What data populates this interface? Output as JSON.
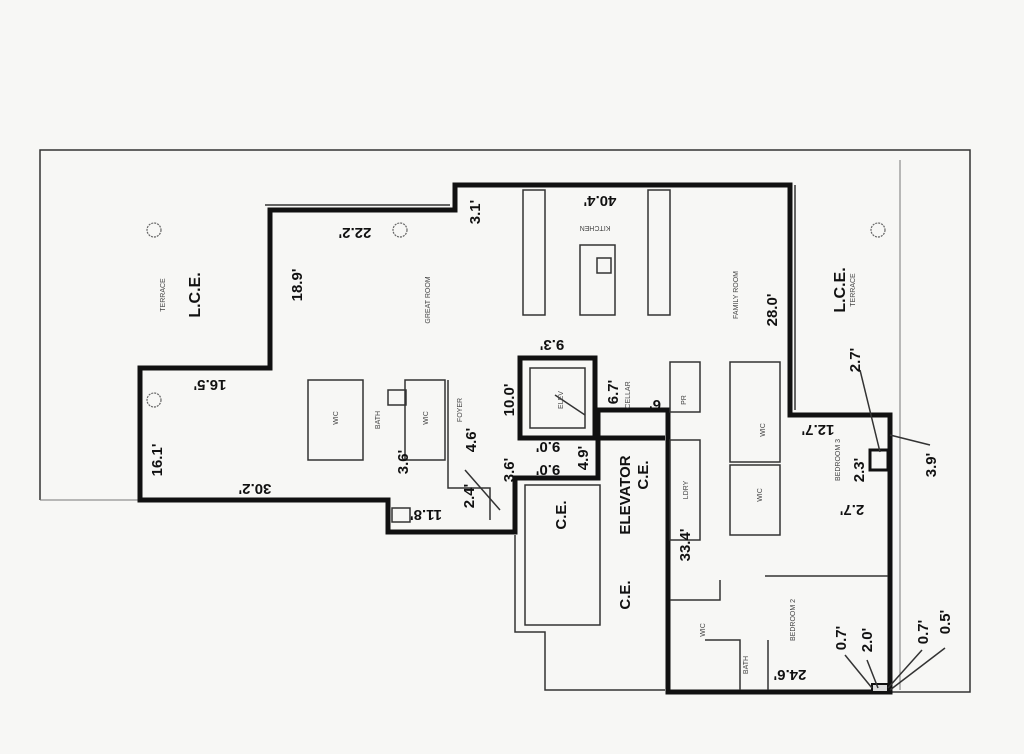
{
  "plan": {
    "terraces": [
      {
        "label": "L.C.E.",
        "sub": "TERRACE"
      },
      {
        "label": "L.C.E.",
        "sub": "TERRACE"
      }
    ],
    "rooms": {
      "great_room": "GREAT ROOM",
      "kitchen": "KITCHEN",
      "family_room": "FAMILY ROOM",
      "foyer": "FOYER",
      "elev": "ELEV",
      "cellar": "CELLAR",
      "pr": "PR",
      "laundry": "LDRY",
      "bedroom3": "BEDROOM 3",
      "bedroom2": "BEDROOM 2",
      "wic_a": "WIC",
      "wic_b": "WIC",
      "wic_c": "WIC",
      "wic_d": "WIC",
      "wic_e": "WIC",
      "bath_a": "BATH",
      "bath_b": "BATH",
      "elevator": "ELEVATOR",
      "ce_1": "C.E.",
      "ce_2": "C.E.",
      "ce_3": "C.E."
    },
    "dimensions": {
      "d22_2": "22.2'",
      "d18_9": "18.9'",
      "d16_5": "16.5'",
      "d16_1": "16.1'",
      "d30_2": "30.2'",
      "d3_1": "3.1'",
      "d40_4": "40.4'",
      "d28_0": "28.0'",
      "d9_3": "9.3'",
      "d10_0": "10.0'",
      "d6_7": "6.7'",
      "d6": "6'",
      "d9_0a": "9.0'",
      "d9_0b": "9.0'",
      "d4_9": "4.9'",
      "d33_4": "33.4'",
      "d12_7": "12.7'",
      "d2_7a": "2.7'",
      "d2_3": "2.3'",
      "d2_7b": "2.7'",
      "d3_9": "3.9'",
      "d24_6": "24.6'",
      "d0_7a": "0.7'",
      "d2_0": "2.0'",
      "d0_7b": "0.7'",
      "d0_5": "0.5'",
      "d3_6a": "3.6'",
      "d4_6": "4.6'",
      "d3_6b": "3.6'",
      "d2_4": "2.4'",
      "d11_8": "11.8'"
    }
  }
}
